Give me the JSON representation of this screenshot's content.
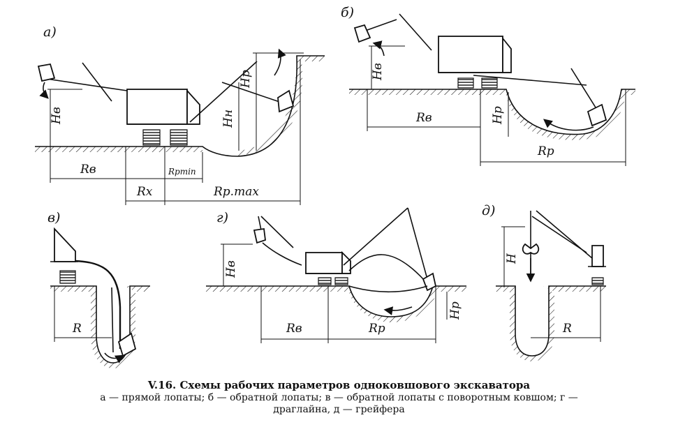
{
  "figure": {
    "caption": {
      "title": "V.16. Схемы рабочих параметров одноковшового экскаватора",
      "line1": "а — прямой лопаты; б — обратной лопаты; в — обратной лопаты с поворотным ковшом; г —",
      "line2": "драглайна, д — грейфера"
    },
    "panels": [
      {
        "key": "a",
        "label": "а)",
        "dims": [
          "Hв",
          "Hр",
          "Hн",
          "Rв",
          "Rpmin",
          "Rх",
          "Rр.max"
        ]
      },
      {
        "key": "b",
        "label": "б)",
        "dims": [
          "Hв",
          "Hр",
          "Rв",
          "Rр"
        ]
      },
      {
        "key": "v",
        "label": "в)",
        "dims": [
          "R"
        ]
      },
      {
        "key": "g",
        "label": "г)",
        "dims": [
          "Hв",
          "Rв",
          "Rр",
          "Hр"
        ]
      },
      {
        "key": "d",
        "label": "д)",
        "dims": [
          "H",
          "R"
        ]
      }
    ]
  }
}
